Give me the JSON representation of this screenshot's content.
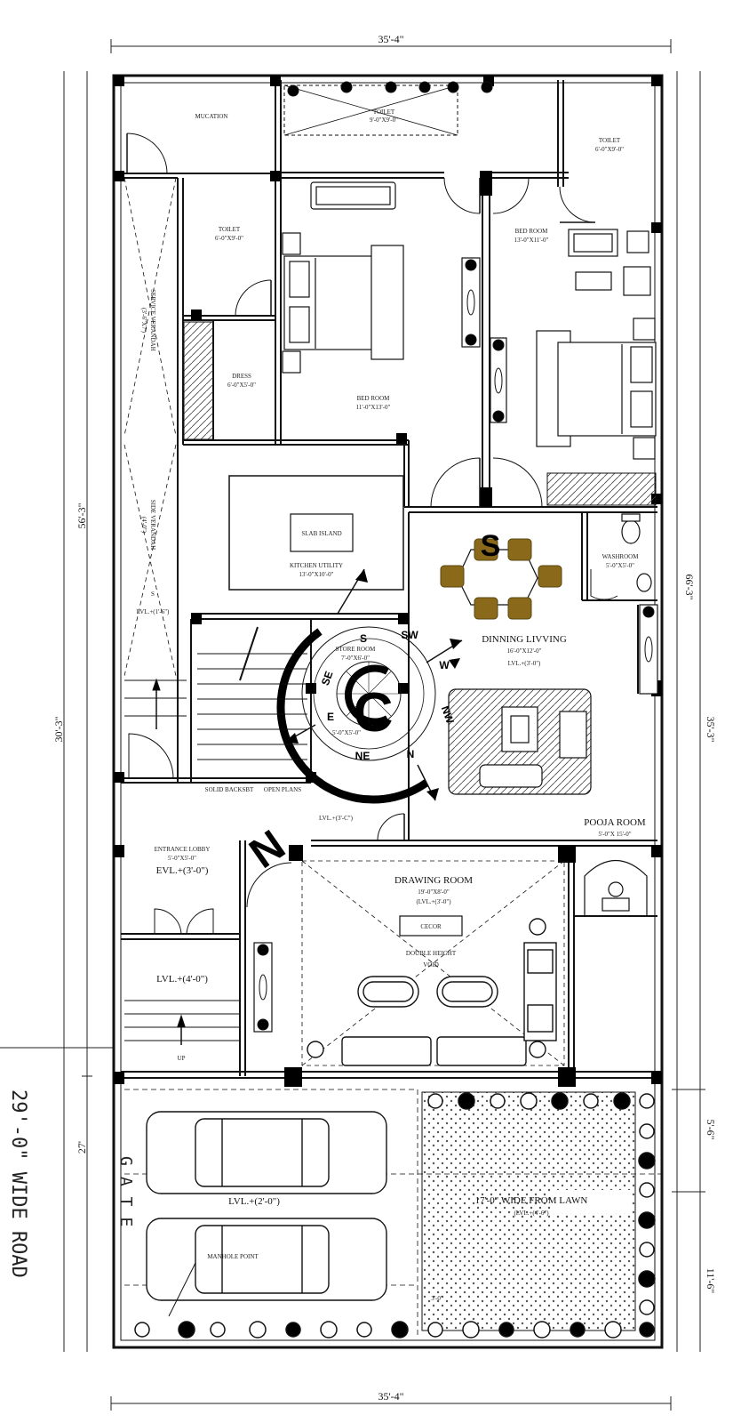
{
  "dimensions": {
    "top": "35'-4\"",
    "bottom": "35'-4\"",
    "left_total": "56'-3\"",
    "left_front": "30'-3\"",
    "left_parking": "27'",
    "right_total": "66'-3\"",
    "right_mid": "35'-3\"",
    "right_a": "5'-6\"",
    "right_b": "11'-6\""
  },
  "rooms": {
    "education": "MUCATION",
    "toilet": "TOILET",
    "toilet_size": "6'-0\"X9'-0\"",
    "toilet_center": "TOILET",
    "toilet_center_size": "9'-0\"X9'-0\"",
    "bed_left": "BED ROOM",
    "bed_left_size": "11'-0\"X13'-0\"",
    "bed_right": "BED ROOM",
    "bed_right_size": "13'-0\"X11'-0\"",
    "dress": "DRESS",
    "dress_size": "6'-0\"X5'-0\"",
    "verandah_top": "SERVICE VERANDAH",
    "verandah_top_size": "(3'-6\"X7')",
    "verandah_mid": "SIDE VERANDAH",
    "verandah_mid_size": "(4'-0\")",
    "lvl_left": "LVL.+(1'-6\")",
    "slab_island": "SLAB ISLAND",
    "kitchen": "KITCHEN UTILITY",
    "kitchen_size": "13'-0\"X10'-0\"",
    "washroom": "WASHROOM",
    "washroom_size": "5'-0\"X5'-0\"",
    "store": "STORE ROOM",
    "store_size": "7'-0\"X6'-0\"",
    "store_sub": "5'-0\"X5'-0\"",
    "dining": "DINNING LIVVING",
    "dining_size": "16'-0\"X12'-0\"",
    "dining_lvl": "LVL.+(3'-0\")",
    "backsbt": "SOLID BACKSBT",
    "open_plans": "OPEN PLANS",
    "lvl_center": "LVL.+(3'-C\")",
    "pooja": "POOJA ROOM",
    "pooja_size": "5'-0\"X 15'-0\"",
    "lobby": "ENTRANCE LOBBY",
    "lobby_size": "5'-0\"X5'-0\"",
    "lobby_lvl": "EVL.+(3'-0\")",
    "drawing": "DRAWING ROOM",
    "drawing_size": "19'-0\"X8'-0\"",
    "drawing_lvl": "(LVL.+(3'-0\")",
    "drawing_box": "CECOR",
    "drawing_label": "DOUBLE HEIGHT",
    "drawing_void": "VOID",
    "lvl_stair": "LVL.+(4'-0\")",
    "up": "UP",
    "lvl_parking": "LVL.+(2'-0\")",
    "manhole": "MANHOLE POINT",
    "lawn": "17'-0\" WIDE FROM LAWN",
    "lawn_lvl": "(LVL.+(4'-6\")",
    "lawn_small": "3'-0\""
  },
  "compass": {
    "N": "N",
    "S": "S",
    "E": "E",
    "W": "W",
    "NE": "NE",
    "NW": "NW",
    "SE": "SE",
    "SW": "SW",
    "big_n": "N",
    "big_s": "S",
    "center": "C"
  },
  "road": "29'-0\" WIDE ROAD",
  "gate": "GATE",
  "colors": {
    "line": "#111111",
    "chair": "#8a6a1a",
    "lawn_dot": "#555555"
  }
}
